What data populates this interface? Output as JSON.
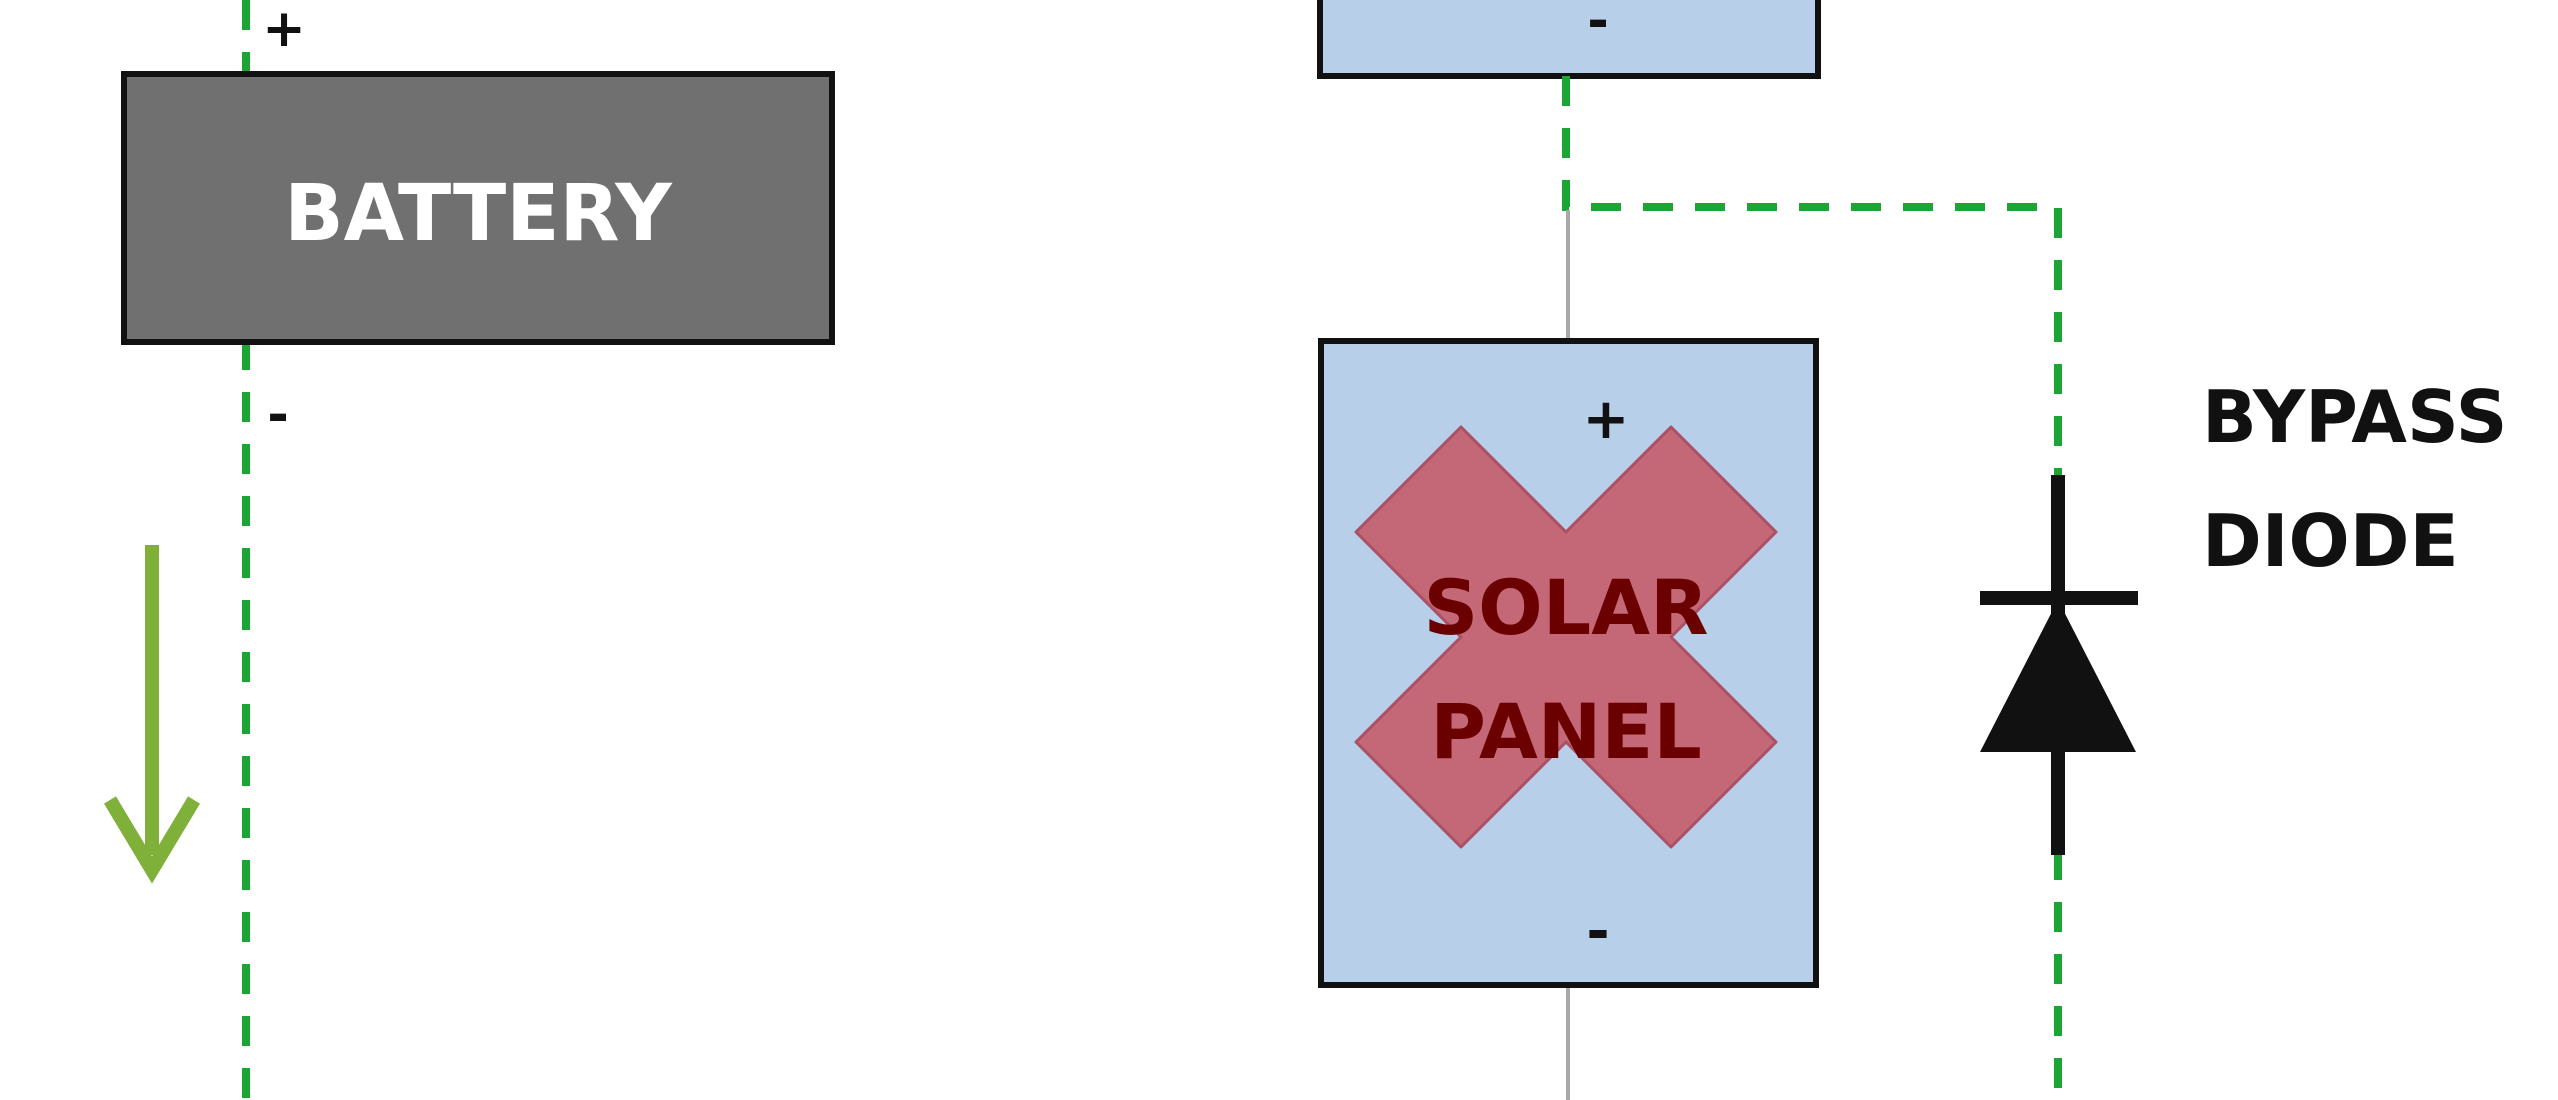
{
  "battery": {
    "label": "BATTERY",
    "plus": "+",
    "minus": "-"
  },
  "top_panel": {
    "minus": "-"
  },
  "solar_panel": {
    "label_line1": "SOLAR",
    "label_line2": "PANEL",
    "plus": "+",
    "minus": "-"
  },
  "bypass_diode": {
    "label_line1": "BYPASS",
    "label_line2": "DIODE"
  },
  "colors": {
    "wire_dashed": "#1aa535",
    "arrow": "#7fb03a",
    "battery_fill": "#707070",
    "panel_fill": "#b8cfea",
    "x_mark": "#c6606f",
    "panel_text": "#6b0000"
  }
}
